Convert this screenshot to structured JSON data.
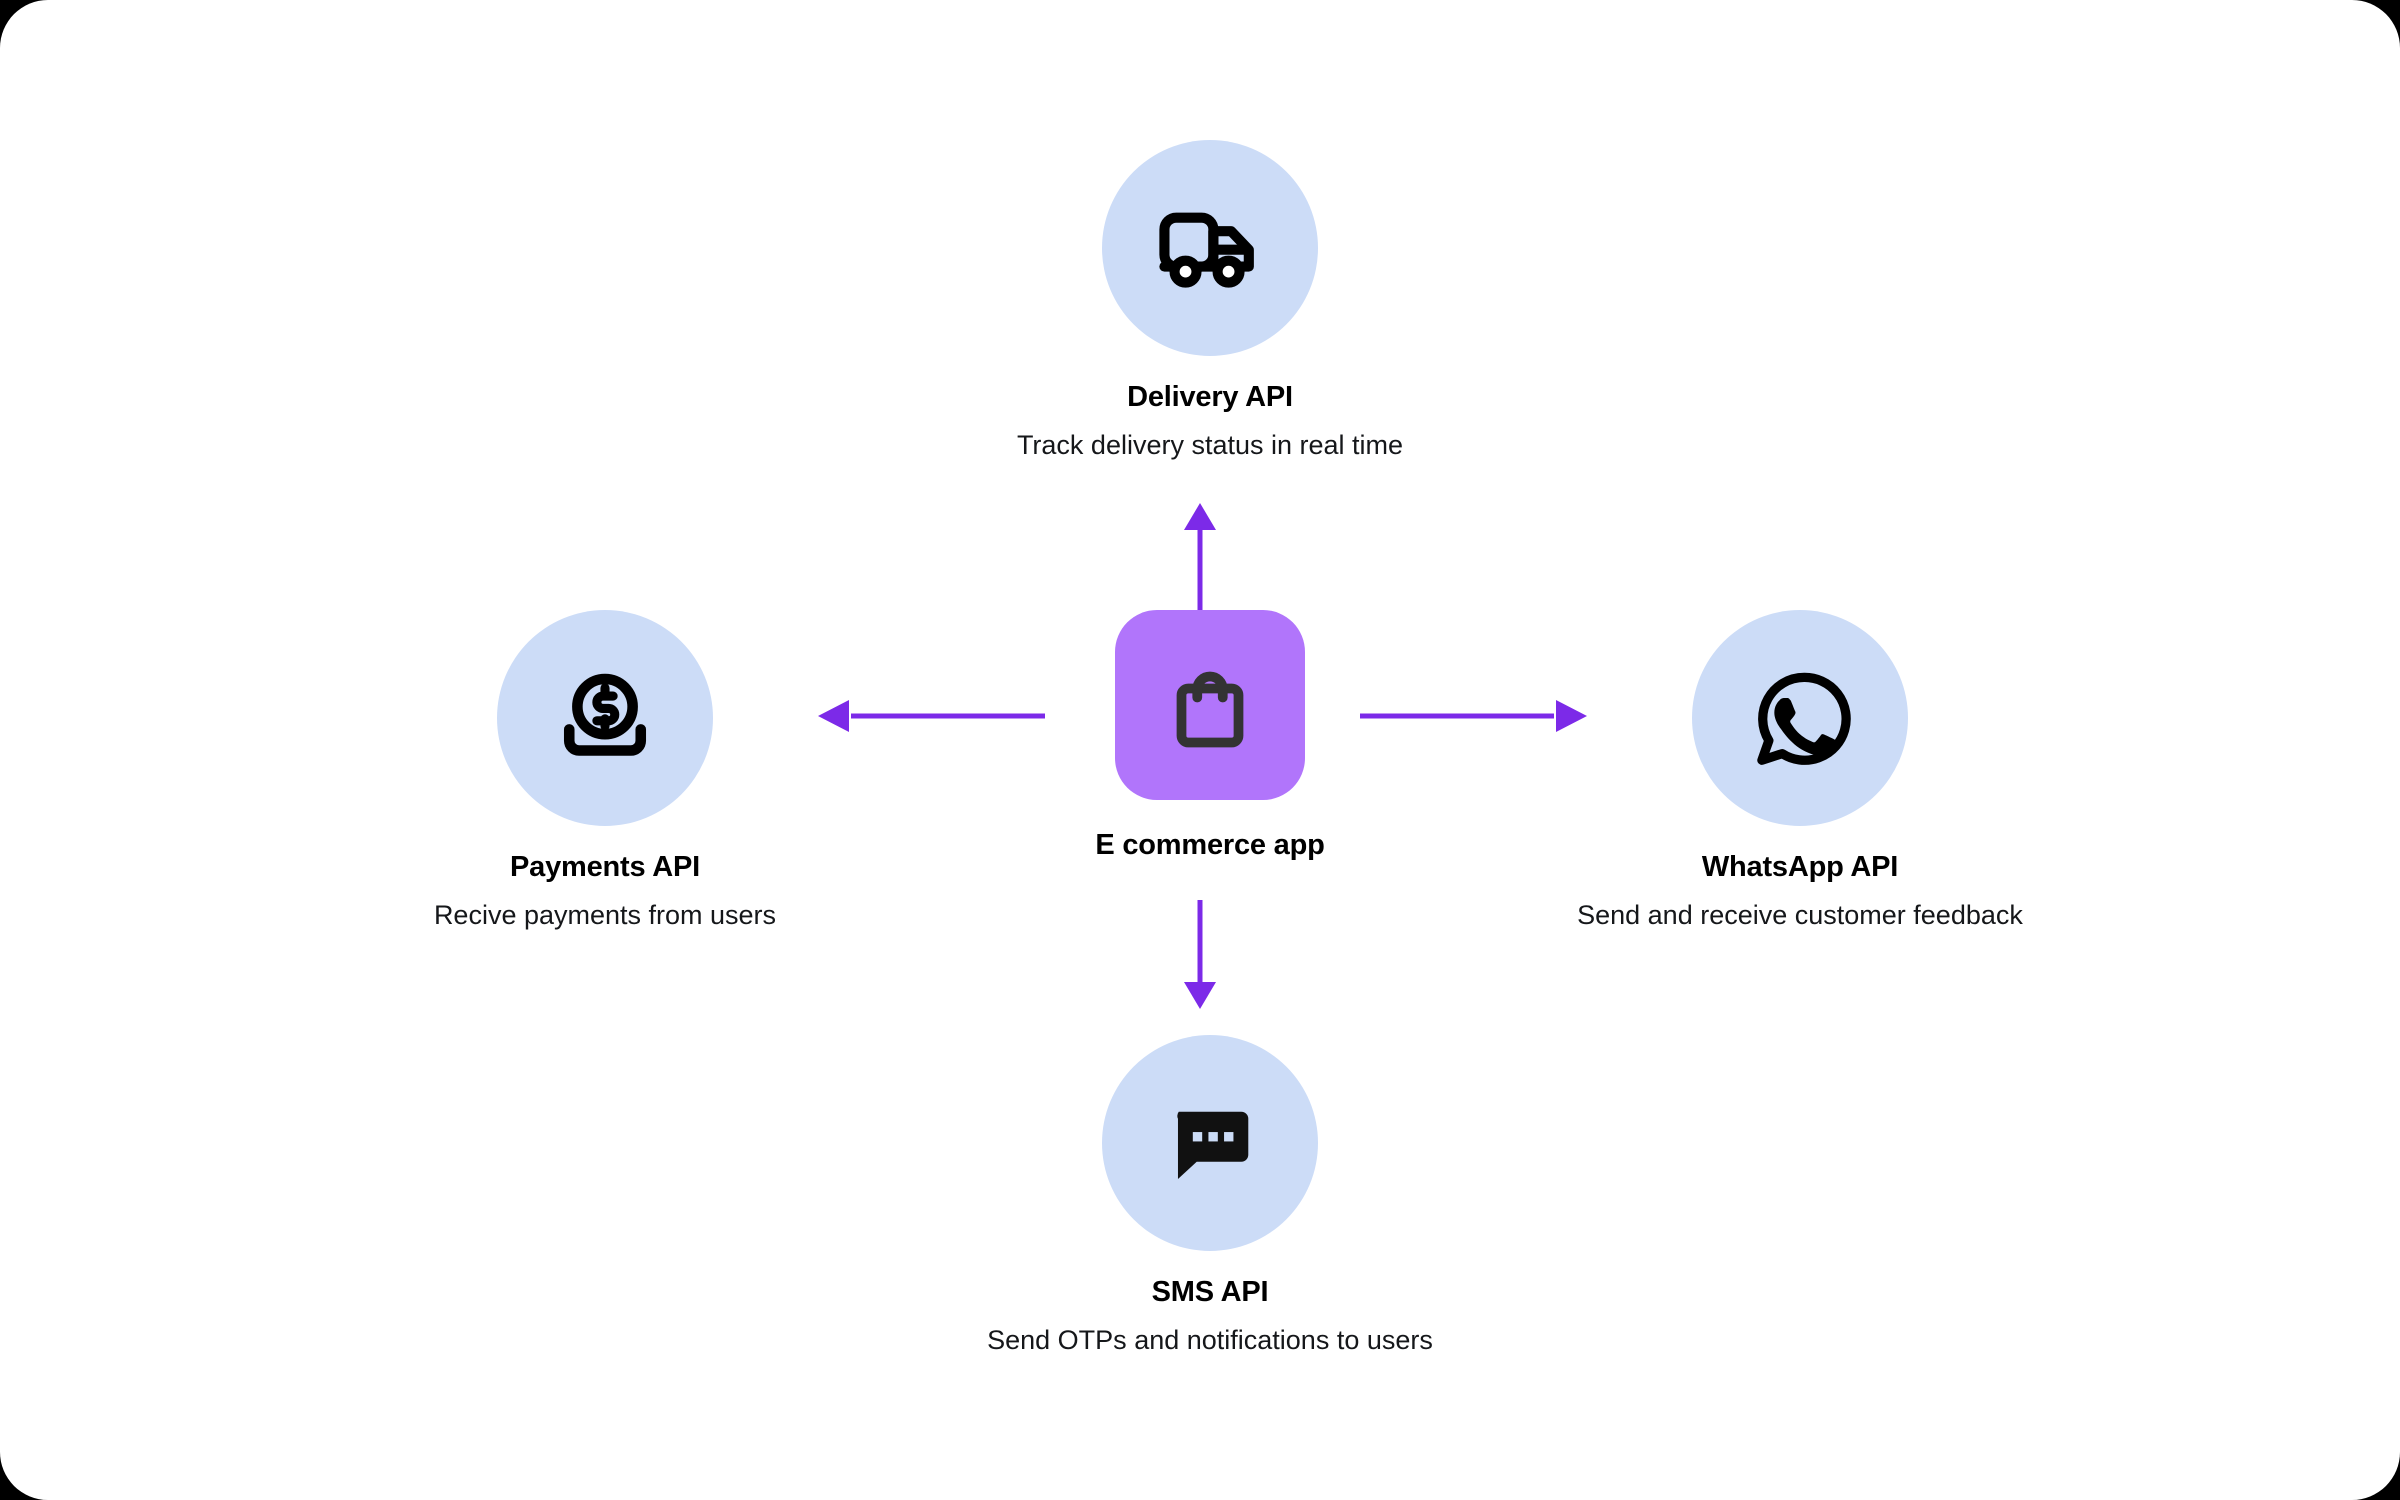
{
  "canvas": {
    "background": "#ffffff",
    "frame_color": "#000000",
    "accent_purple": "#7c2ae8",
    "hub_tile_color": "#b175fb",
    "badge_circle_color": "#ccdcf7",
    "icon_color": "#000000",
    "hub_icon_color": "#333333"
  },
  "diagram": {
    "type": "hub-and-spoke",
    "hub": {
      "id": "ecommerce-app",
      "title": "E commerce app",
      "description": "",
      "icon": "shopping-bag-icon",
      "badge_shape": "rounded-square",
      "badge_color": "#b175fb"
    },
    "spokes": [
      {
        "id": "delivery-api",
        "position": "top",
        "title": "Delivery API",
        "description": "Track delivery status in real time",
        "icon": "delivery-truck-icon",
        "badge_shape": "circle",
        "badge_color": "#ccdcf7",
        "arrow_direction": "up",
        "arrow_from": "ecommerce-app",
        "arrow_to": "delivery-api"
      },
      {
        "id": "payments-api",
        "position": "left",
        "title": "Payments API",
        "description": "Recive payments from users",
        "icon": "money-coin-tray-icon",
        "badge_shape": "circle",
        "badge_color": "#ccdcf7",
        "arrow_direction": "left",
        "arrow_from": "ecommerce-app",
        "arrow_to": "payments-api"
      },
      {
        "id": "whatsapp-api",
        "position": "right",
        "title": "WhatsApp API",
        "description": "Send and receive customer feedback",
        "icon": "whatsapp-icon",
        "badge_shape": "circle",
        "badge_color": "#ccdcf7",
        "arrow_direction": "right",
        "arrow_from": "ecommerce-app",
        "arrow_to": "whatsapp-api"
      },
      {
        "id": "sms-api",
        "position": "bottom",
        "title": "SMS API",
        "description": "Send OTPs and notifications to users",
        "icon": "sms-chat-bubble-icon",
        "badge_shape": "circle",
        "badge_color": "#ccdcf7",
        "arrow_direction": "down",
        "arrow_from": "ecommerce-app",
        "arrow_to": "sms-api"
      }
    ]
  }
}
